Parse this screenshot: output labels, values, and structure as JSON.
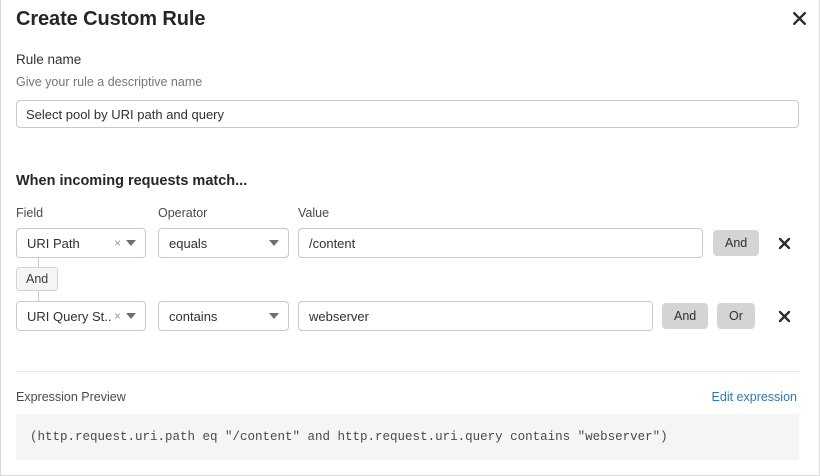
{
  "dialog": {
    "title": "Create Custom Rule",
    "close_icon": "close-icon"
  },
  "rule_name": {
    "label": "Rule name",
    "help": "Give your rule a descriptive name",
    "value": "Select pool by URI path and query",
    "placeholder": "Rule name"
  },
  "match": {
    "section_title": "When incoming requests match...",
    "columns": {
      "field": "Field",
      "operator": "Operator",
      "value": "Value"
    },
    "connector": {
      "label": "And"
    },
    "rows": [
      {
        "field": "URI Path",
        "clear_icon": "×",
        "caret_icon": "chevron-down-icon",
        "operator": "equals",
        "value": "/content",
        "value_placeholder": "Enter value",
        "logic_buttons": [
          "And"
        ],
        "delete_icon": "close-icon"
      },
      {
        "field": "URI Query St...",
        "clear_icon": "×",
        "caret_icon": "chevron-down-icon",
        "operator": "contains",
        "value": "webserver",
        "value_placeholder": "Enter value",
        "logic_buttons": [
          "And",
          "Or"
        ],
        "delete_icon": "close-icon"
      }
    ]
  },
  "expression": {
    "label": "Expression Preview",
    "edit_link": "Edit expression",
    "code": "(http.request.uri.path eq \"/content\" and http.request.uri.query contains \"webserver\")"
  },
  "colors": {
    "accent_link": "#2b7ab3",
    "logic_button_bg": "#d4d4d4",
    "code_bg": "#f5f5f5",
    "border": "#c9c9c9"
  }
}
